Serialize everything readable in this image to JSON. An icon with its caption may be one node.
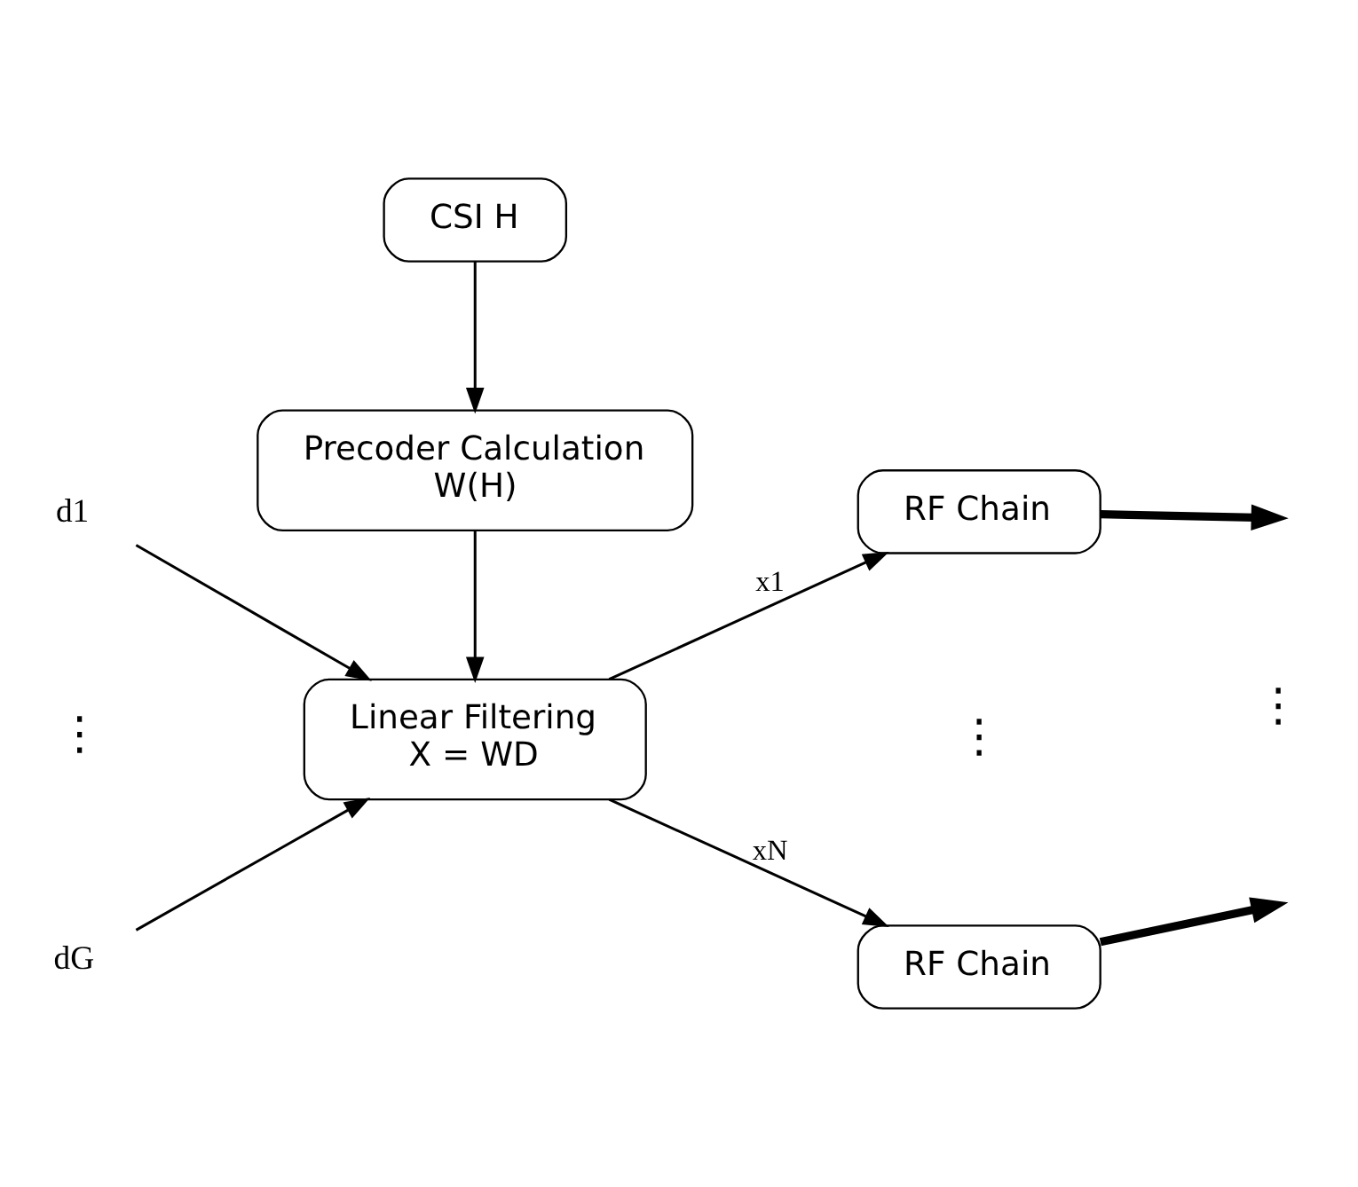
{
  "diagram": {
    "nodes": [
      {
        "text": [
          "CSI H"
        ]
      },
      {
        "text": [
          "Precoder Calculation",
          "W(H)"
        ]
      },
      {
        "text": [
          "Linear Filtering",
          "X = WD"
        ]
      },
      {
        "text": [
          "RF Chain"
        ]
      },
      {
        "text": [
          "RF Chain"
        ]
      },
      {
        "text": [
          "d1"
        ]
      },
      {
        "text": [
          "dG"
        ]
      }
    ],
    "edges": [
      {
        "from": 0,
        "to": 1,
        "arrow": "to"
      },
      {
        "from": 1,
        "to": 2,
        "arrow": "to"
      },
      {
        "from": 5,
        "to": 2,
        "arrow": "to"
      },
      {
        "from": 6,
        "to": 2,
        "arrow": "to"
      },
      {
        "from": 2,
        "to": 3,
        "arrow": "to",
        "label": "x1"
      },
      {
        "from": 2,
        "to": 4,
        "arrow": "to",
        "label": "xN"
      },
      {
        "from": 3,
        "to": null,
        "arrow": "to",
        "style": "thick"
      },
      {
        "from": 4,
        "to": null,
        "arrow": "to",
        "style": "thick"
      }
    ],
    "labels": [
      "⋮",
      "⋮",
      "⋮"
    ]
  }
}
